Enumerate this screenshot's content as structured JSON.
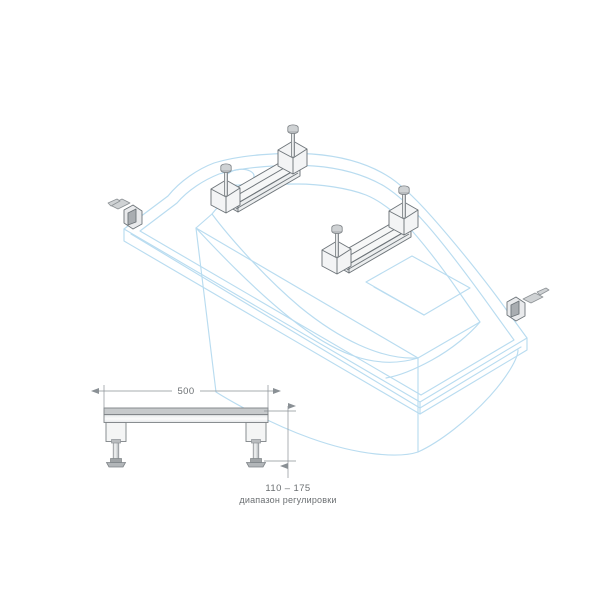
{
  "drawing": {
    "title": "bathtub-support-frame-assembly",
    "background_color": "#ffffff",
    "tub_outline_color": "#b9dcf0",
    "frame_line_color": "#6e757a",
    "dimension_line_color": "#8a9095",
    "text_color": "#6b6f72",
    "metal_fill_color": "#d8dadc",
    "metal_shade_color": "#b7babd"
  },
  "isometric_view": {
    "name": "bathtub-underside-isometric",
    "tub": {
      "label": "bathtub-outline",
      "description": "acrylic bathtub shown upside down in isometric projection"
    },
    "support_rails": [
      {
        "label": "support-rail-rear",
        "screw_count": 2
      },
      {
        "label": "support-rail-front",
        "screw_count": 2
      }
    ],
    "wall_brackets": [
      {
        "label": "wall-bracket-left"
      },
      {
        "label": "wall-bracket-right"
      }
    ]
  },
  "elevation_view": {
    "name": "support-frame-elevation",
    "beam": {
      "label": "cross-beam"
    },
    "legs": [
      {
        "label": "adjustable-leg-left"
      },
      {
        "label": "adjustable-leg-right"
      }
    ],
    "dimensions": {
      "width": {
        "value": "500",
        "name": "width-dimension",
        "orientation": "horizontal"
      },
      "height": {
        "value": "110 – 175",
        "caption": "диапазон регулировки",
        "name": "height-adjustment-dimension",
        "orientation": "vertical"
      }
    }
  }
}
